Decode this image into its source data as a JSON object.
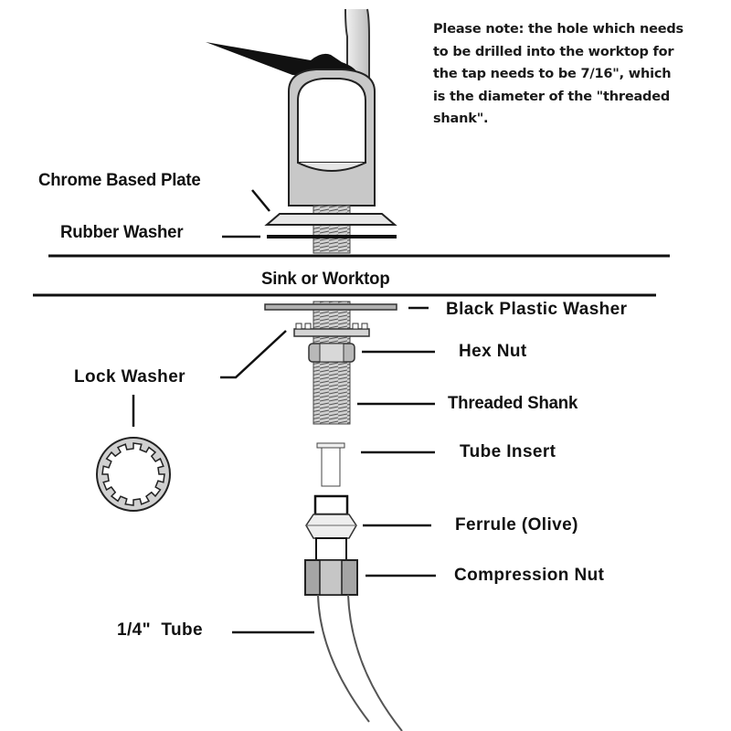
{
  "note": {
    "lines": [
      "Please note: the hole which needs",
      "to be drilled into the worktop for",
      "the tap needs to be 7/16\", which",
      "is the diameter of the \"threaded",
      "shank\"."
    ]
  },
  "labels": {
    "chrome_based_plate": "Chrome Based Plate",
    "rubber_washer": "Rubber Washer",
    "sink_or_worktop": "Sink or Worktop",
    "black_plastic_washer": "Black Plastic Washer",
    "hex_nut": "Hex Nut",
    "lock_washer": "Lock Washer",
    "threaded_shank": "Threaded Shank",
    "tube_insert": "Tube Insert",
    "ferrule_olive": "Ferrule (Olive)",
    "compression_nut": "Compression Nut",
    "tube": "1/4\"  Tube"
  },
  "colors": {
    "line": "#111111",
    "chrome_gray": "#c8c8c8",
    "light_gray": "#e6e6e6",
    "dark_gray": "#a0a0a0",
    "thread_gray": "#9a9a9a"
  }
}
